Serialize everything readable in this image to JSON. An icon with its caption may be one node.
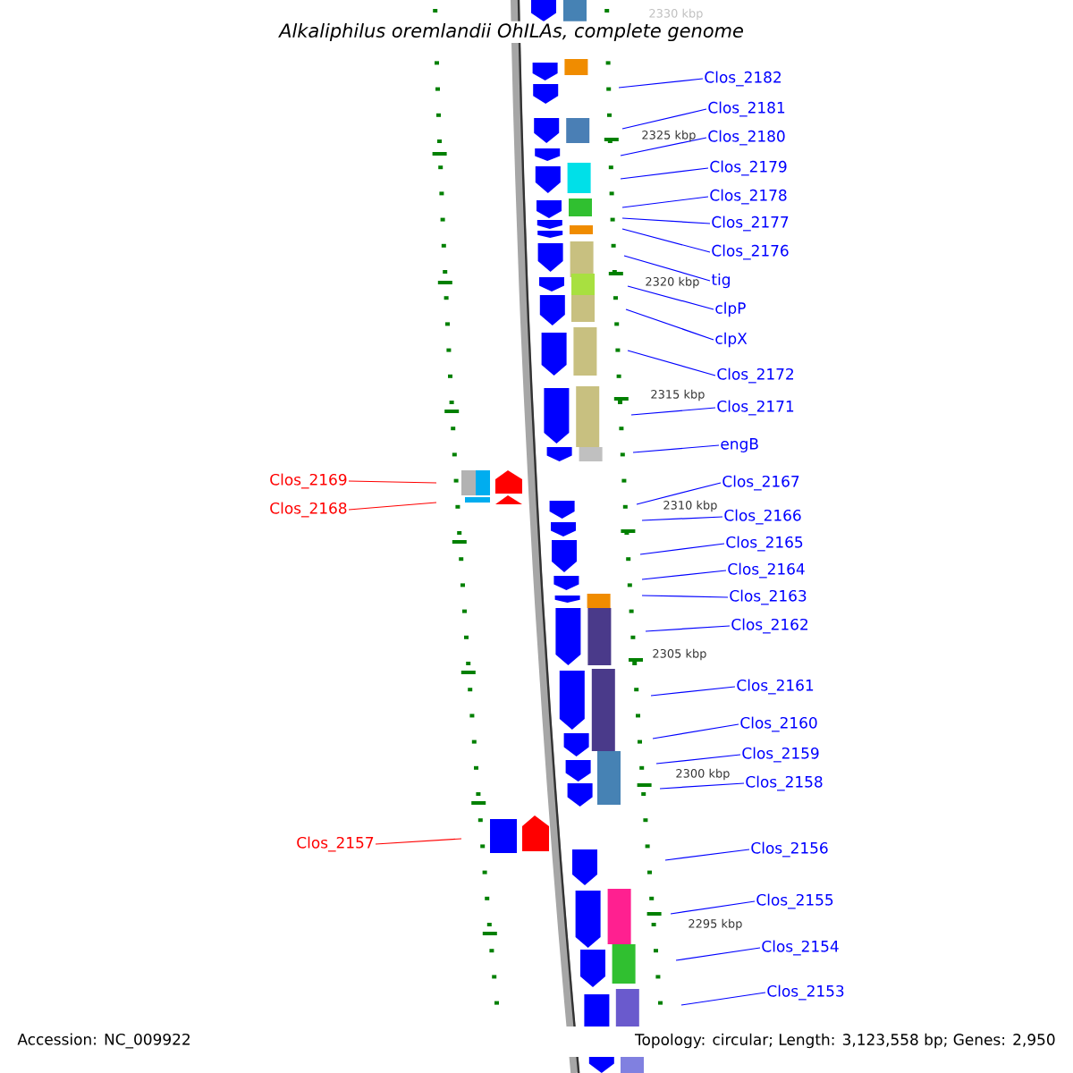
{
  "diagram": {
    "title": "Alkaliphilus oremlandii OhILAs, complete genome",
    "nodes": [
      {
        "text": [
          "Clos_2182"
        ]
      },
      {
        "text": [
          "Clos_2181"
        ]
      },
      {
        "text": [
          "Clos_2180"
        ]
      },
      {
        "text": [
          "Clos_2179"
        ]
      },
      {
        "text": [
          "Clos_2178"
        ]
      },
      {
        "text": [
          "Clos_2177"
        ]
      },
      {
        "text": [
          "Clos_2176"
        ]
      },
      {
        "text": [
          "tig"
        ]
      },
      {
        "text": [
          "clpP"
        ]
      },
      {
        "text": [
          "clpX"
        ]
      },
      {
        "text": [
          "Clos_2172"
        ]
      },
      {
        "text": [
          "Clos_2171"
        ]
      },
      {
        "text": [
          "engB"
        ]
      },
      {
        "text": [
          "Clos_2169"
        ]
      },
      {
        "text": [
          "Clos_2168"
        ]
      },
      {
        "text": [
          "Clos_2167"
        ]
      },
      {
        "text": [
          "Clos_2166"
        ]
      },
      {
        "text": [
          "Clos_2165"
        ]
      },
      {
        "text": [
          "Clos_2164"
        ]
      },
      {
        "text": [
          "Clos_2163"
        ]
      },
      {
        "text": [
          "Clos_2162"
        ]
      },
      {
        "text": [
          "Clos_2161"
        ]
      },
      {
        "text": [
          "Clos_2160"
        ]
      },
      {
        "text": [
          "Clos_2159"
        ]
      },
      {
        "text": [
          "Clos_2158"
        ]
      },
      {
        "text": [
          "Clos_2157"
        ]
      },
      {
        "text": [
          "Clos_2156"
        ]
      },
      {
        "text": [
          "Clos_2155"
        ]
      },
      {
        "text": [
          "Clos_2154"
        ]
      },
      {
        "text": [
          "Clos_2153"
        ]
      }
    ],
    "edges": [
      {
        "from": 0,
        "to": null,
        "arrow": "none"
      },
      {
        "from": 1,
        "to": null,
        "arrow": "none"
      },
      {
        "from": 2,
        "to": null,
        "arrow": "none"
      },
      {
        "from": 3,
        "to": null,
        "arrow": "none"
      },
      {
        "from": 4,
        "to": null,
        "arrow": "none"
      },
      {
        "from": 5,
        "to": null,
        "arrow": "none"
      },
      {
        "from": 6,
        "to": null,
        "arrow": "none"
      },
      {
        "from": 7,
        "to": null,
        "arrow": "none"
      },
      {
        "from": 8,
        "to": null,
        "arrow": "none"
      },
      {
        "from": 9,
        "to": null,
        "arrow": "none"
      },
      {
        "from": 10,
        "to": null,
        "arrow": "none"
      },
      {
        "from": 11,
        "to": null,
        "arrow": "none"
      },
      {
        "from": 12,
        "to": null,
        "arrow": "none"
      },
      {
        "from": 13,
        "to": null,
        "arrow": "none",
        "color": "#ff0000"
      },
      {
        "from": 14,
        "to": null,
        "arrow": "none",
        "color": "#ff0000"
      },
      {
        "from": 15,
        "to": null,
        "arrow": "none"
      },
      {
        "from": 16,
        "to": null,
        "arrow": "none"
      },
      {
        "from": 17,
        "to": null,
        "arrow": "none"
      },
      {
        "from": 18,
        "to": null,
        "arrow": "none"
      },
      {
        "from": 19,
        "to": null,
        "arrow": "none"
      },
      {
        "from": 20,
        "to": null,
        "arrow": "none"
      },
      {
        "from": 21,
        "to": null,
        "arrow": "none"
      },
      {
        "from": 22,
        "to": null,
        "arrow": "none"
      },
      {
        "from": 23,
        "to": null,
        "arrow": "none"
      },
      {
        "from": 24,
        "to": null,
        "arrow": "none"
      },
      {
        "from": 25,
        "to": null,
        "arrow": "none",
        "color": "#ff0000"
      },
      {
        "from": 26,
        "to": null,
        "arrow": "none"
      },
      {
        "from": 27,
        "to": null,
        "arrow": "none"
      },
      {
        "from": 28,
        "to": null,
        "arrow": "none"
      },
      {
        "from": 29,
        "to": null,
        "arrow": "none"
      }
    ],
    "labels": [
      "2330 kbp",
      "2325 kbp",
      "2320 kbp",
      "2315 kbp",
      "2310 kbp",
      "2305 kbp",
      "2300 kbp",
      "2295 kbp",
      "Accession: NC_009922",
      "Topology: circular; Length: 3,123,558 bp; Genes: 2,950"
    ]
  }
}
